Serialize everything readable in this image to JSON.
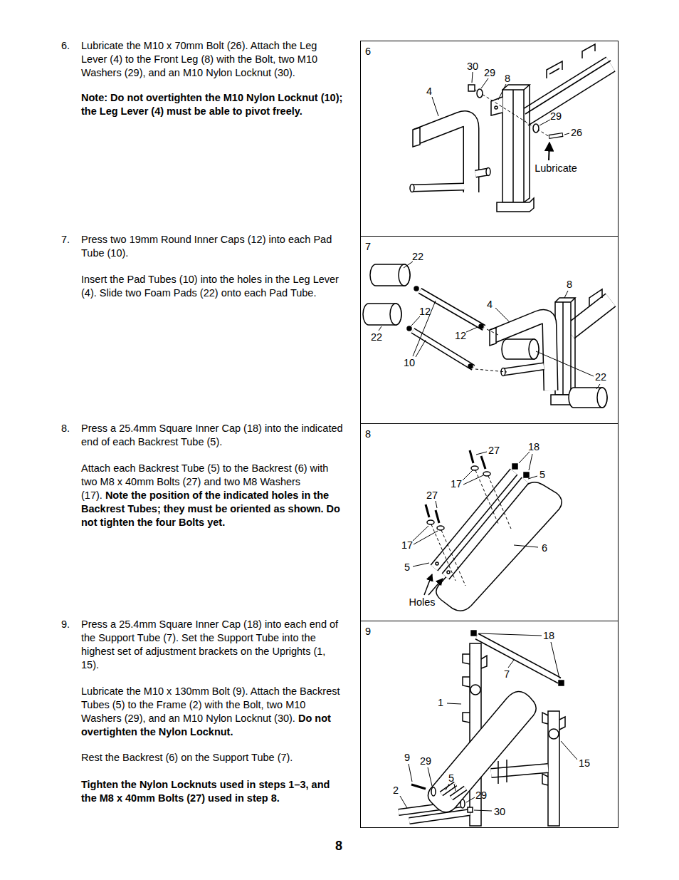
{
  "diagram": {
    "nodes": [
      {
        "text": [
          "6"
        ]
      },
      {
        "text": [
          "7"
        ]
      },
      {
        "text": [
          "8"
        ]
      },
      {
        "text": [
          "9"
        ]
      }
    ],
    "labels": [
      "6.",
      "Lubricate the M10 x 70mm Bolt (26). Attach the Leg Lever (4) to the Front Leg (8) with the Bolt, two M10 Washers (29), and an M10 Nylon Locknut (30).",
      "Note: Do not overtighten the M10 Nylon Locknut (10); the Leg Lever (4) must be able to pivot freely.",
      "30",
      "29",
      "8",
      "4",
      "29",
      "26",
      "Lubricate",
      "7.",
      "Press two 19mm Round Inner Caps (12) into each Pad Tube (10).",
      "Insert the Pad Tubes (10) into the holes in the Leg Lever (4). Slide two Foam Pads (22) onto each Pad Tube.",
      "22",
      "8",
      "4",
      "12",
      "22",
      "12",
      "10",
      "22",
      "8.",
      "Press a 25.4mm Square Inner Cap (18) into the indicated end of each Backrest Tube (5).",
      "Attach each Backrest Tube (5) to the Backrest (6) with two M8 x 40mm Bolts (27) and two M8 Washers (17).",
      "Note the position of the indicated holes in the Backrest Tubes; they must be oriented as shown. Do not tighten the four Bolts yet.",
      "27",
      "18",
      "17",
      "5",
      "27",
      "17",
      "6",
      "5",
      "Holes",
      "9.",
      "Press a 25.4mm Square Inner Cap (18) into each end of the Support Tube (7). Set the Support Tube into the highest set of adjustment brackets on the Uprights (1, 15).",
      "Lubricate the M10 x 130mm Bolt (9). Attach the Backrest Tubes (5) to the Frame (2) with the Bolt, two M10 Washers (29), and an M10 Nylon Locknut (30).",
      "Do not overtighten the Nylon Locknut.",
      "Rest the Backrest (6) on the Support Tube (7).",
      "Tighten the Nylon Locknuts used in steps 1–3, and the M8 x 40mm Bolts (27) used in step 8.",
      "18",
      "7",
      "1",
      "15",
      "9",
      "29",
      "5",
      "2",
      "29",
      "30",
      "8"
    ]
  }
}
